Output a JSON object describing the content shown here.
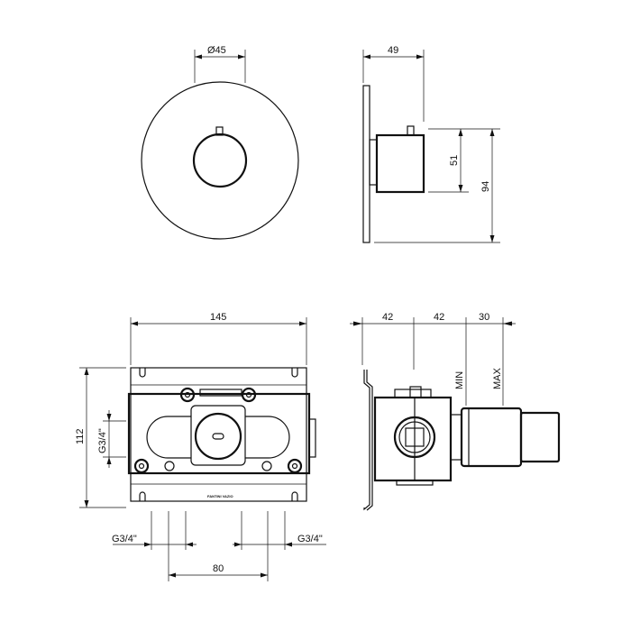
{
  "dimensions": {
    "front_diameter": "Ø45",
    "side_depth": "49",
    "side_inner_height": "51",
    "side_plate_height": "94",
    "box_width": "145",
    "box_height": "112",
    "box_side_thread": "G3/4\"",
    "depth_1": "42",
    "depth_2": "42",
    "depth_3": "30",
    "min_label": "MIN",
    "max_label": "MAX",
    "bottom_thread_left": "G3/4\"",
    "bottom_thread_right": "G3/4\"",
    "bottom_spacing": "80"
  },
  "brand_stamp": "FANTINI VAZIO"
}
